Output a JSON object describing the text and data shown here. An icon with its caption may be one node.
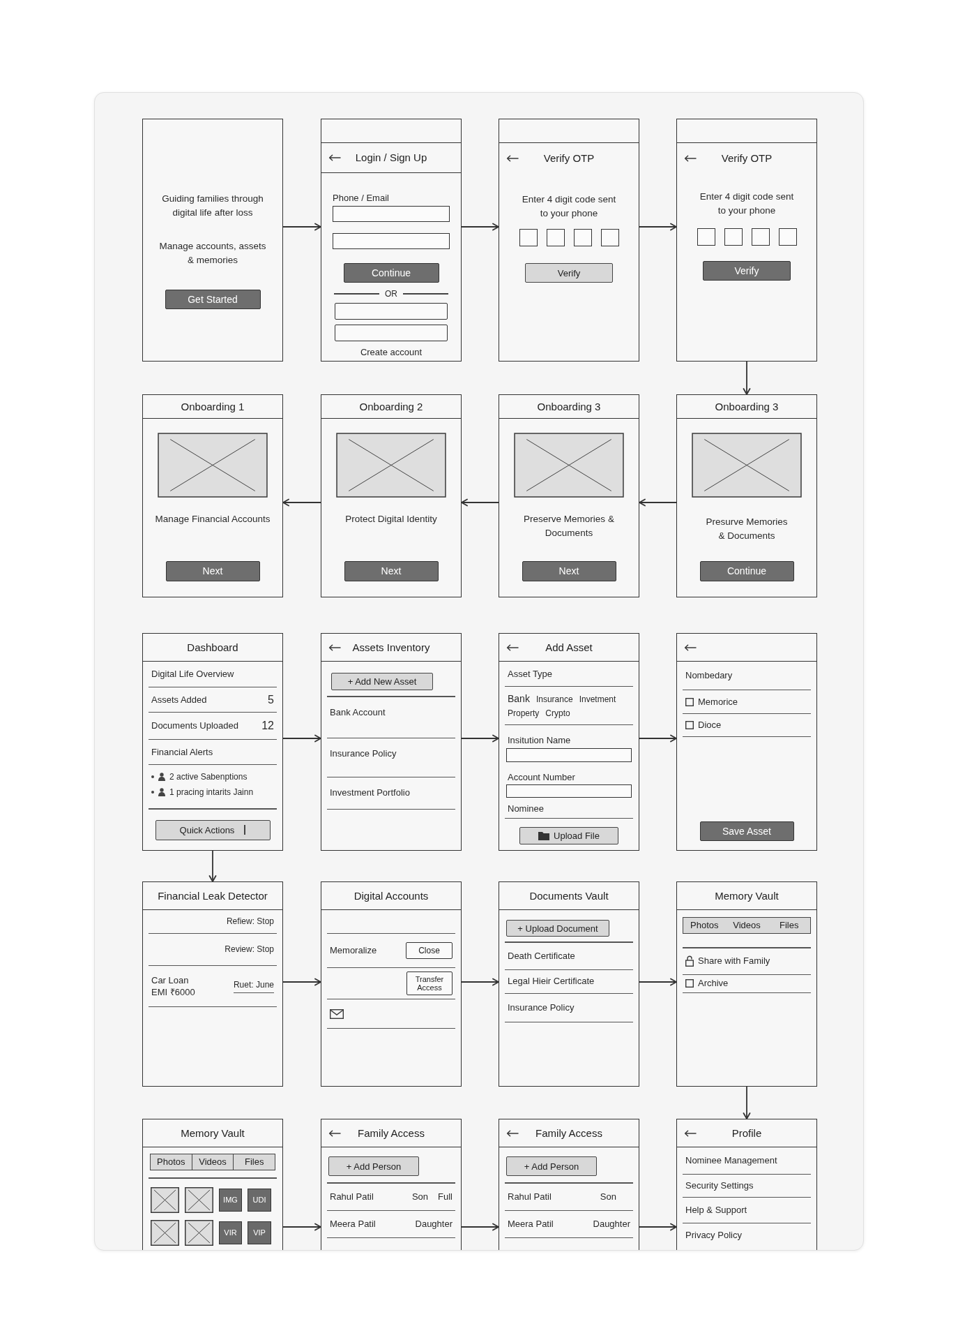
{
  "diagram": {
    "nodes": [
      {
        "text": [
          "Guiding families through digital life after loss",
          "Manage accounts, assets & memories",
          "Get Started"
        ]
      },
      {
        "text": [
          "Login / Sign Up",
          "Phone / Email",
          "Continue",
          "OR",
          "Create account"
        ]
      },
      {
        "text": [
          "Verify OTP",
          "Enter 4 digit code sent to your phone",
          "Verify"
        ]
      },
      {
        "text": [
          "Verify OTP",
          "Enter 4 digit code sent to your phone",
          "Verify"
        ]
      },
      {
        "text": [
          "Onboarding 1",
          "Manage Financial Accounts",
          "Next"
        ]
      },
      {
        "text": [
          "Onboarding 2",
          "Protect Digital Identity",
          "Next"
        ]
      },
      {
        "text": [
          "Onboarding 3",
          "Preserve Memories & Documents",
          "Next"
        ]
      },
      {
        "text": [
          "Onboarding 3",
          "Presurve Memories & Documents",
          "Continue"
        ]
      },
      {
        "text": [
          "Dashboard",
          "Digital Life Overview",
          "Assets Added",
          "5",
          "Documents Uploaded",
          "12",
          "Financial Alerts",
          "2 active Sabenptions",
          "1 pracing intarits Jainn",
          "Quick Actions"
        ]
      },
      {
        "text": [
          "Assets Inventory",
          "+ Add New Asset",
          "Bank Account",
          "Insurance Policy",
          "Investment Portfolio"
        ]
      },
      {
        "text": [
          "Add Asset",
          "Asset Type",
          "Bank",
          "Insurance",
          "Invetment",
          "Property",
          "Crypto",
          "Insitution Name",
          "Account Number",
          "Nominee",
          "Upload File"
        ]
      },
      {
        "text": [
          "Nombedary",
          "Memorice",
          "Dioce",
          "Save Asset"
        ]
      },
      {
        "text": [
          "Financial Leak Detector",
          "Refiew: Stop",
          "Review: Stop",
          "Car Loan EMI ₹6000",
          "Ruet: June"
        ]
      },
      {
        "text": [
          "Digital Accounts",
          "Memoralize",
          "Close",
          "Transfer Access"
        ]
      },
      {
        "text": [
          "Documents Vault",
          "+ Upload Document",
          "Death Certificate",
          "Legal Hieir Certificate",
          "Insurance Policy"
        ]
      },
      {
        "text": [
          "Memory Vault",
          "Photos",
          "Videos",
          "Files",
          "Share with Family",
          "Archive"
        ]
      },
      {
        "text": [
          "Memory Vault",
          "Photos",
          "Videos",
          "Files",
          "IMG",
          "UDI",
          "VIR",
          "VIP"
        ]
      },
      {
        "text": [
          "Family Access",
          "+ Add Person",
          "Rahul Patil",
          "Son",
          "Full",
          "Meera Patil",
          "Daughter"
        ]
      },
      {
        "text": [
          "Family Access",
          "+ Add Person",
          "Rahul Patil",
          "Son",
          "Meera Patil",
          "Daughter"
        ]
      },
      {
        "text": [
          "Profile",
          "Nominee Management",
          "Security Settings",
          "Help & Support",
          "Privacy Policy"
        ]
      }
    ],
    "edges": [
      {
        "from": 0,
        "to": 1,
        "arrow": "to"
      },
      {
        "from": 1,
        "to": 2,
        "arrow": "to"
      },
      {
        "from": 2,
        "to": 3,
        "arrow": "to"
      },
      {
        "from": 3,
        "to": 7,
        "arrow": "to"
      },
      {
        "from": 7,
        "to": 6,
        "arrow": "to"
      },
      {
        "from": 6,
        "to": 5,
        "arrow": "to"
      },
      {
        "from": 5,
        "to": 4,
        "arrow": "to"
      },
      {
        "from": 8,
        "to": 9,
        "arrow": "to"
      },
      {
        "from": 9,
        "to": 10,
        "arrow": "to"
      },
      {
        "from": 10,
        "to": 11,
        "arrow": "to"
      },
      {
        "from": 8,
        "to": 12,
        "arrow": "to"
      },
      {
        "from": 12,
        "to": 13,
        "arrow": "to"
      },
      {
        "from": 13,
        "to": 14,
        "arrow": "to"
      },
      {
        "from": 14,
        "to": 15,
        "arrow": "to"
      },
      {
        "from": 15,
        "to": 19,
        "arrow": "to"
      },
      {
        "from": 16,
        "to": 17,
        "arrow": "to"
      },
      {
        "from": 17,
        "to": 18,
        "arrow": "to"
      },
      {
        "from": 18,
        "to": 19,
        "arrow": "to"
      }
    ]
  }
}
